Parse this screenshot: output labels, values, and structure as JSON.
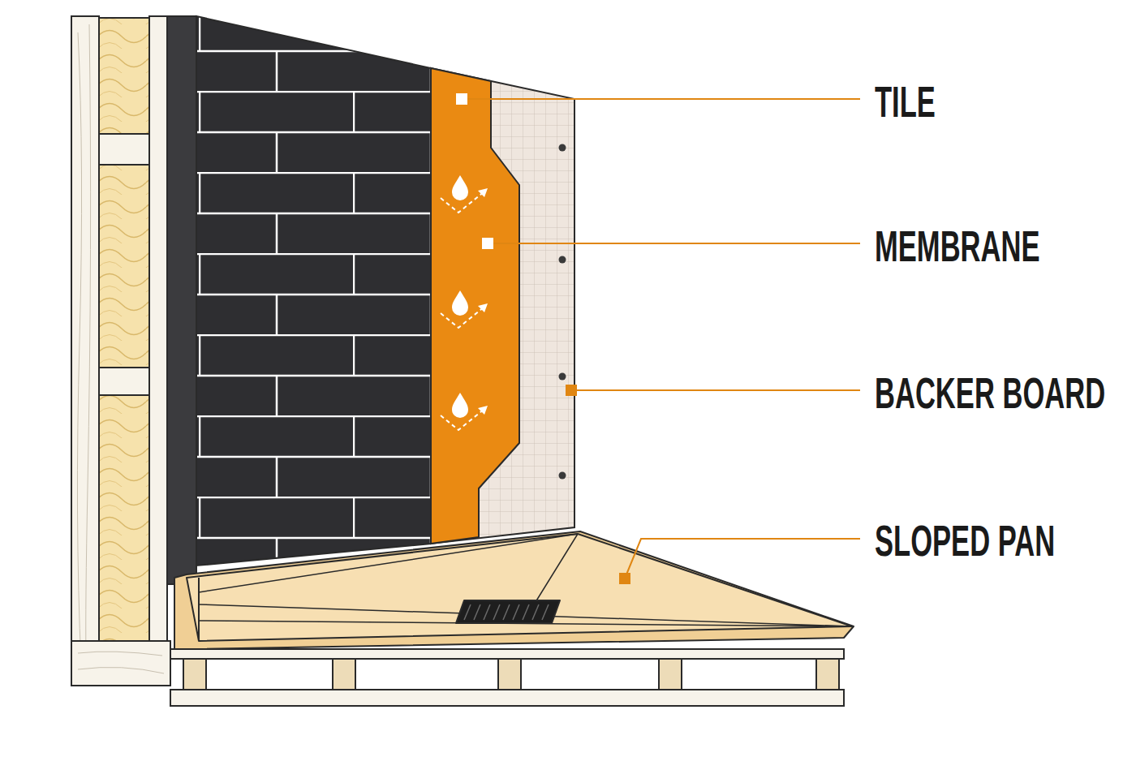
{
  "diagram": {
    "labels": [
      "TILE",
      "MEMBRANE",
      "BACKER BOARD",
      "SLOPED PAN"
    ]
  }
}
